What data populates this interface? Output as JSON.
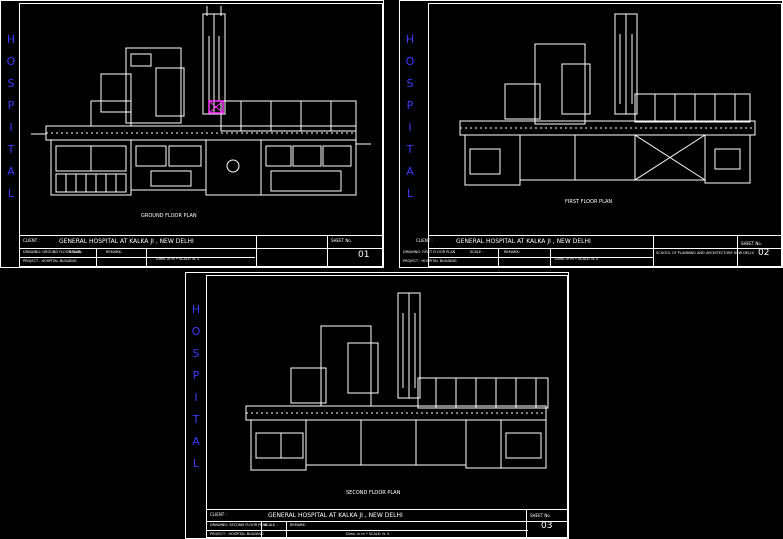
{
  "sheets": [
    {
      "side_label": [
        "H",
        "O",
        "S",
        "P",
        "I",
        "T",
        "A",
        "L"
      ],
      "plan_title": "GROUND FLOOR PLAN",
      "client_label": "CLIENT :",
      "project_title": "GENERAL  HOSPITAL  AT KALKA JI , NEW DELHI",
      "drawing_line": "DRAWING: GROUND FLOOR PLAN",
      "project_line": "PROJECT : HOSPITAL BUILDING",
      "scale_label": "SCALE :",
      "remark_label": "REMARK:",
      "dim_note": "Dims. in m   * SCALE: N. S",
      "sheet_label": "SHEET No.",
      "sheet_no": "01"
    },
    {
      "side_label": [
        "H",
        "O",
        "S",
        "P",
        "I",
        "T",
        "A",
        "L"
      ],
      "plan_title": "FIRST  FLOOR PLAN",
      "client_label": "CLIENT :",
      "project_title": "GENERAL  HOSPITAL  AT KALKA JI , NEW DELHI",
      "drawing_line": "DRAWING: FIRST FLOOR PLAN",
      "project_line": "PROJECT : HOSPITAL BUILDING",
      "scale_label": "SCALE :",
      "remark_label": "REMARK:",
      "dim_note": "Dims. in m   * SCALE: N. S",
      "extra_note": "SCHOOL OF PLANNING AND ARCHITECTURE NEW DELHI",
      "sheet_label": "SHEET No.",
      "sheet_no": "02"
    },
    {
      "side_label": [
        "H",
        "O",
        "S",
        "P",
        "I",
        "T",
        "A",
        "L"
      ],
      "plan_title": "SECOND  FLOOR PLAN",
      "client_label": "CLIENT :",
      "project_title": "GENERAL  HOSPITAL  AT KALKA JI , NEW DELHI",
      "drawing_line": "DRAWING: SECOND FLOOR PLAN",
      "project_line": "PROJECT : HOSPITAL BUILDING",
      "scale_label": "SCALE :",
      "remark_label": "REMARK:",
      "dim_note": "Dims. in m   * SCALE: N. S",
      "sheet_label": "SHEET No.",
      "sheet_no": "03"
    }
  ],
  "colors": {
    "background": "#000000",
    "lines": "#ffffff",
    "side_label": "#3b3bff",
    "highlight": "#ff33ff"
  }
}
